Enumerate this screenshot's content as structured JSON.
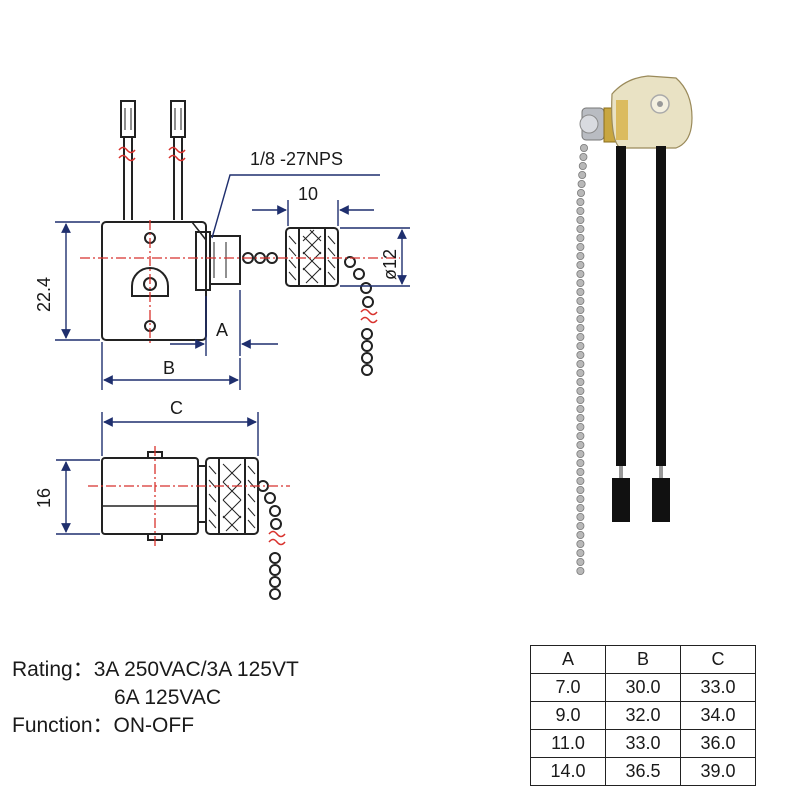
{
  "drawing": {
    "thread_label": "1/8 -27NPS",
    "dim_10": "10",
    "dim_diameter": "ø12",
    "dim_height": "22.4",
    "dim_A": "A",
    "dim_B": "B",
    "dim_C": "C",
    "dim_16": "16"
  },
  "specs": {
    "rating_label": "Rating：",
    "rating_line1": "3A 250VAC/3A 125VT",
    "rating_line2": "6A 125VAC",
    "function_label": "Function：",
    "function_value": "ON-OFF"
  },
  "table": {
    "headers": [
      "A",
      "B",
      "C"
    ],
    "rows": [
      [
        "7.0",
        "30.0",
        "33.0"
      ],
      [
        "9.0",
        "32.0",
        "34.0"
      ],
      [
        "11.0",
        "33.0",
        "36.0"
      ],
      [
        "14.0",
        "36.5",
        "39.0"
      ]
    ]
  },
  "colors": {
    "dim_line": "#1f2f6e",
    "center_line": "#d8322d",
    "outline": "#222222"
  }
}
